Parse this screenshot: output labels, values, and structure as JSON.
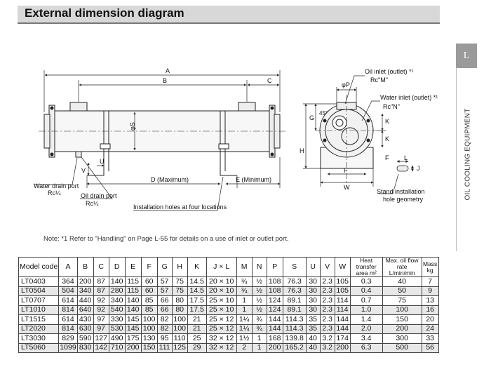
{
  "title": "External dimension diagram",
  "side_tab": {
    "letter": "L",
    "text": "OIL COOLING EQUIPMENT"
  },
  "labels": {
    "A": "A",
    "B": "B",
    "C": "C",
    "S": "φS",
    "D": "D (Maximum)",
    "E": "E (Minimum)",
    "V": "V",
    "U": "U",
    "P": "φP",
    "G": "G",
    "H": "H",
    "K": "K",
    "J": "J",
    "F": "F",
    "W": "W",
    "L": "L",
    "angle": "45°"
  },
  "callouts": {
    "water_drain": "Water drain port",
    "water_drain_rc": "Rc¼",
    "oil_drain": "Oil drain port",
    "oil_drain_rc": "Rc¼",
    "install_holes": "Installation holes at four locations",
    "oil_inlet": "Oil inlet (outlet) *¹",
    "oil_inlet_rc": "Rc\"M\"",
    "water_inlet": "Water inlet (outlet) *¹",
    "water_inlet_rc": "Rc\"N\"",
    "stand_install_1": "Stand installation",
    "stand_install_2": "hole geometry"
  },
  "note": "Note: *1 Refer to \"Handling\" on Page L-55 for details on a use of inlet or outlet port.",
  "table": {
    "headers": [
      "Model code",
      "A",
      "B",
      "C",
      "D",
      "E",
      "F",
      "G",
      "H",
      "K",
      "J × L",
      "M",
      "N",
      "P",
      "S",
      "U",
      "V",
      "W",
      "Heat transfer area m²",
      "Max. oil flow rate L/min/min",
      "Mass kg"
    ],
    "rows": [
      [
        "LT0403",
        "364",
        "200",
        "87",
        "140",
        "115",
        "60",
        "57",
        "75",
        "14.5",
        "20 × 10",
        "¾",
        "½",
        "108",
        "76.3",
        "30",
        "2.3",
        "105",
        "0.3",
        "40",
        "7"
      ],
      [
        "LT0504",
        "504",
        "340",
        "87",
        "280",
        "115",
        "60",
        "57",
        "75",
        "14.5",
        "20 × 10",
        "¾",
        "½",
        "108",
        "76.3",
        "30",
        "2.3",
        "105",
        "0.4",
        "50",
        "9"
      ],
      [
        "LT0707",
        "614",
        "440",
        "92",
        "340",
        "140",
        "85",
        "66",
        "80",
        "17.5",
        "25 × 10",
        "1",
        "½",
        "124",
        "89.1",
        "30",
        "2.3",
        "114",
        "0.7",
        "75",
        "13"
      ],
      [
        "LT1010",
        "814",
        "640",
        "92",
        "540",
        "140",
        "85",
        "66",
        "80",
        "17.5",
        "25 × 10",
        "1",
        "½",
        "124",
        "89.1",
        "30",
        "2.3",
        "114",
        "1.0",
        "100",
        "16"
      ],
      [
        "LT1515",
        "614",
        "430",
        "97",
        "330",
        "145",
        "100",
        "82",
        "100",
        "21",
        "25 × 12",
        "1¼",
        "¾",
        "144",
        "114.3",
        "35",
        "2.3",
        "144",
        "1.4",
        "150",
        "20"
      ],
      [
        "LT2020",
        "814",
        "630",
        "97",
        "530",
        "145",
        "100",
        "82",
        "100",
        "21",
        "25 × 12",
        "1¼",
        "¾",
        "144",
        "114.3",
        "35",
        "2.3",
        "144",
        "2.0",
        "200",
        "24"
      ],
      [
        "LT3030",
        "829",
        "590",
        "127",
        "490",
        "175",
        "130",
        "95",
        "110",
        "25",
        "32 × 12",
        "1½",
        "1",
        "168",
        "139.8",
        "40",
        "3.2",
        "174",
        "3.4",
        "300",
        "33"
      ],
      [
        "LT5060",
        "1099",
        "830",
        "142",
        "710",
        "200",
        "150",
        "111",
        "125",
        "29",
        "32 × 12",
        "2",
        "1",
        "200",
        "165.2",
        "40",
        "3.2",
        "200",
        "6.3",
        "500",
        "56"
      ]
    ]
  }
}
